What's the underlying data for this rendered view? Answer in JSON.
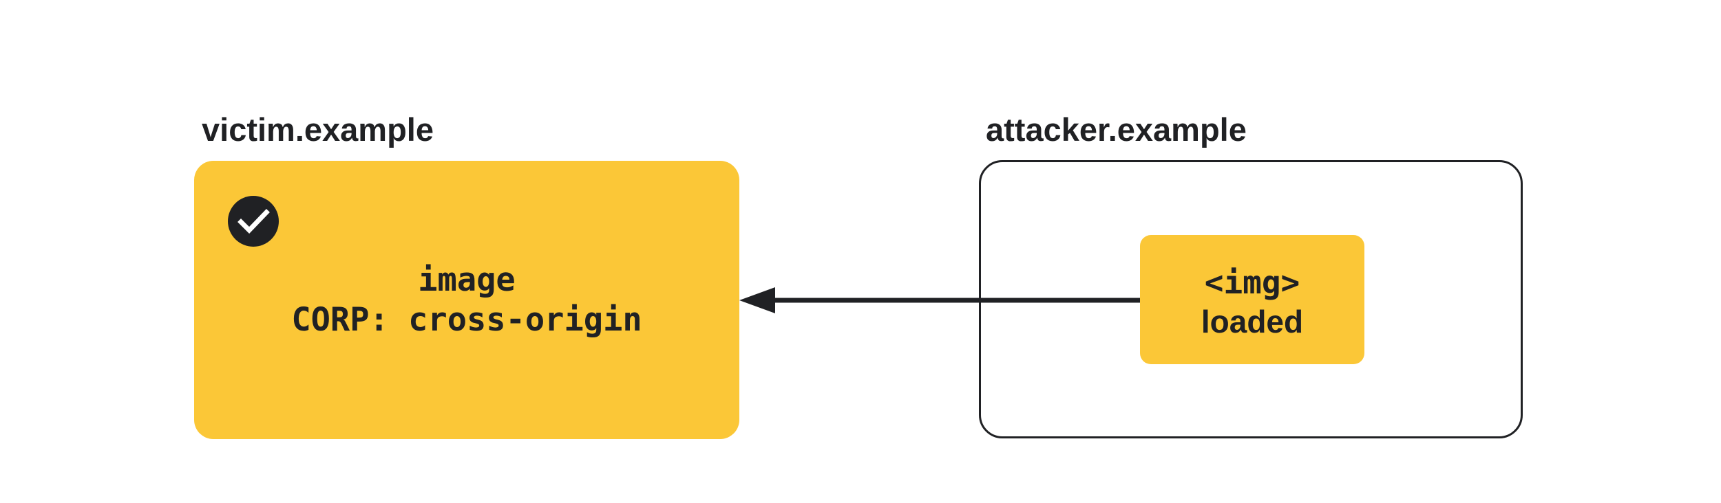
{
  "victim": {
    "title": "victim.example",
    "box_line1": "image",
    "box_line2": "CORP: cross-origin",
    "status_icon": "check-circle-icon"
  },
  "attacker": {
    "title": "attacker.example",
    "element_line1": "<img>",
    "element_line2": "loaded"
  },
  "colors": {
    "accent": "#fbc737",
    "ink": "#202124",
    "background": "#ffffff"
  }
}
